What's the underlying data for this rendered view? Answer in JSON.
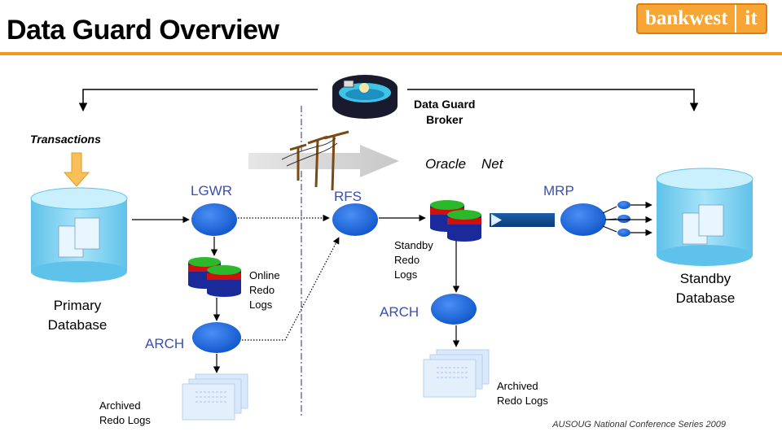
{
  "header": {
    "title": "Data Guard Overview"
  },
  "logo": {
    "brand": "bankwest",
    "suffix": "it"
  },
  "broker": {
    "label_line1": "Data Guard",
    "label_line2": "Broker"
  },
  "transactions": {
    "label": "Transactions"
  },
  "network": {
    "label": "Oracle    Net"
  },
  "processes": {
    "lgwr": "LGWR",
    "rfs": "RFS",
    "mrp": "MRP",
    "arch_primary": "ARCH",
    "arch_standby": "ARCH"
  },
  "primary_db": {
    "line1": "Primary",
    "line2": "Database"
  },
  "standby_db": {
    "line1": "Standby",
    "line2": "Database"
  },
  "logs": {
    "online_redo": [
      "Online",
      "Redo",
      "Logs"
    ],
    "standby_redo": [
      "Standby",
      "Redo",
      "Logs"
    ],
    "archived_primary": [
      "Archived",
      "Redo Logs"
    ],
    "archived_standby": [
      "Archived",
      "Redo Logs"
    ]
  },
  "footer": {
    "text": "AUSOUG National Conference Series 2009"
  },
  "colors": {
    "accent_orange": "#f39a1e",
    "process_blue": "#1f6ee0",
    "database_cyan": "#7fd3f0",
    "label_blue": "#3b4fb0"
  }
}
